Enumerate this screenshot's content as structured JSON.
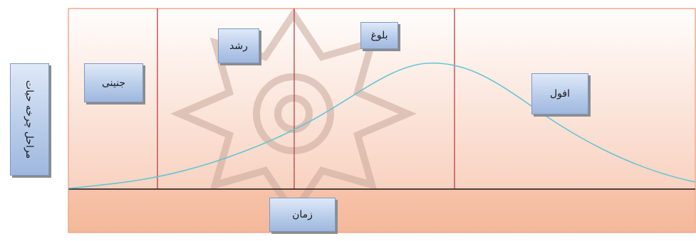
{
  "diagram": {
    "stages": [
      {
        "id": "embryonic",
        "label": "جنینی"
      },
      {
        "id": "growth",
        "label": "رشد"
      },
      {
        "id": "maturity",
        "label": "بلوغ"
      },
      {
        "id": "decline",
        "label": "افول"
      }
    ],
    "x_axis_label": "زمان",
    "y_axis_label": "مراحل چرخه حیات",
    "colors": {
      "background_top": "#ffffff",
      "background_bottom": "#f7c9b2",
      "border": "#f0a98a",
      "stage_divider": "#b5313a",
      "baseline": "#1a1a1a",
      "curve": "#66c4d6",
      "watermark": "#c9a89a"
    }
  }
}
